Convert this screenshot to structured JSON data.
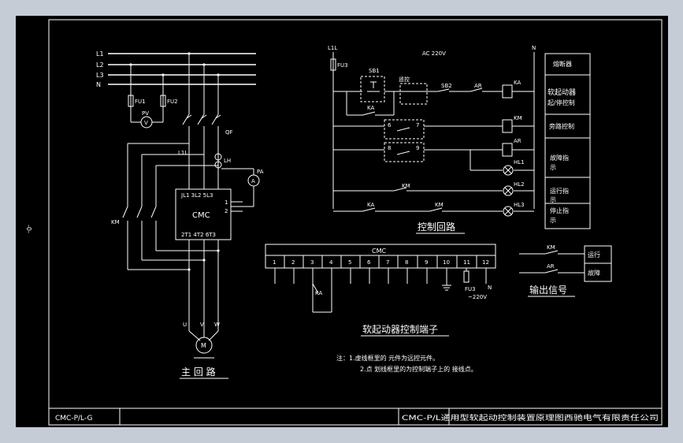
{
  "left_margin_mark": "-0-",
  "main_circuit": {
    "bus_labels": [
      "L1",
      "L2",
      "L3",
      "N"
    ],
    "fuse_labels": [
      "FU1",
      "FU2"
    ],
    "voltmeter_label": "PV",
    "voltmeter_symbol": "V",
    "breaker_label": "QF",
    "contactor_top_label": "L1L",
    "current_transformer_label": "LH",
    "ammeter_label": "PA",
    "ammeter_symbol": "A",
    "bypass_contactor_label": "KM",
    "cmc_module": {
      "name": "CMC",
      "top_terminals": "JL1 3L2 5L3",
      "pin_1": "1",
      "pin_2": "2",
      "bottom_terminals": "2T1 4T2 6T3"
    },
    "motor_terminals": [
      "U",
      "V",
      "W"
    ],
    "motor_symbol": "M",
    "title": "主 回 路"
  },
  "control_circuit": {
    "supply_label": "L1L",
    "neutral_label": "N",
    "fuse_label": "FU3",
    "voltage_label": "AC 220V",
    "sb1_label": "SB1",
    "remote_label": "遥控",
    "ka_label": "KA",
    "sb2_label": "SB2",
    "ar_label": "AR",
    "coil_ka_label": "KA",
    "coil_km_label": "KM",
    "coil_ar_label": "AR",
    "terminal_6": "6",
    "terminal_7": "7",
    "terminal_8": "8",
    "terminal_9": "9",
    "hl1_label": "HL1",
    "hl2_label": "HL2",
    "hl3_label": "HL3",
    "km_contact_label": "KM",
    "ka_contact_label": "KA",
    "km_contact2_label": "KM",
    "title": "控制回路"
  },
  "function_table": [
    "熔断器",
    "软起动器",
    "起/停控制",
    "旁路控制",
    "故障指",
    "示",
    "运行指",
    "示",
    "停止指",
    "示"
  ],
  "terminal_block": {
    "header": "CMC",
    "terminals": [
      "1",
      "2",
      "3",
      "4",
      "5",
      "6",
      "7",
      "8",
      "9",
      "10",
      "11",
      "12"
    ],
    "ka_label": "KA",
    "fuse_label": "FU3",
    "voltage_label": "~220V",
    "n_label": "N",
    "title": "软起动器控制端子"
  },
  "output_signals": {
    "km_label": "KM",
    "ar_label": "AR",
    "run_label": "运行",
    "fault_label": "故障",
    "title": "输出信号"
  },
  "notes": {
    "line1": "注：1.虚线框里的 元件为远控元件。",
    "line2": "2.点 划线框里的为控制端子上的 接线点。"
  },
  "title_block": {
    "left_code": "CMC-P/L-G",
    "right_text": "CMC-P/L通用型软起动控制装置原理图西驰电气有限责任公司"
  },
  "colors": {
    "background": "#000000",
    "lines": "#ffffff",
    "frame": "#c6ccd6"
  }
}
